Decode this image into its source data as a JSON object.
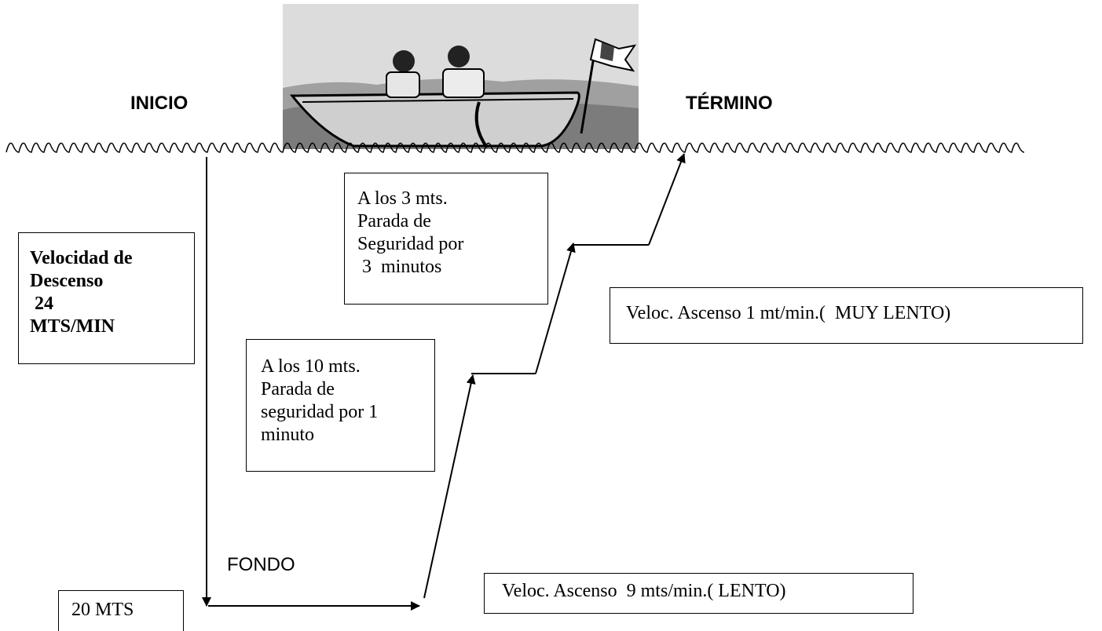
{
  "labels": {
    "inicio": "INICIO",
    "termino": "TÉRMINO",
    "fondo": "FONDO"
  },
  "boxes": {
    "descent": [
      "Velocidad de",
      "Descenso",
      " 24",
      "MTS/MIN"
    ],
    "stop_3m": [
      "A los 3 mts.",
      "Parada de",
      "Seguridad por",
      " 3  minutos"
    ],
    "stop_10m": [
      "A los 10 mts.",
      "Parada de",
      "seguridad por 1",
      "minuto"
    ],
    "ascent_slow": "Veloc. Ascenso 1 mt/min.(  MUY LENTO)",
    "ascent_9": "Veloc. Ascenso  9 mts/min.( LENTO)",
    "depth": "20 MTS"
  },
  "colors": {
    "line": "#000000",
    "water": "#8a8a8a",
    "sky": "#d9d9d9"
  },
  "icons": [
    "boat-illustration",
    "flag-icon",
    "arrow-head-icon"
  ]
}
